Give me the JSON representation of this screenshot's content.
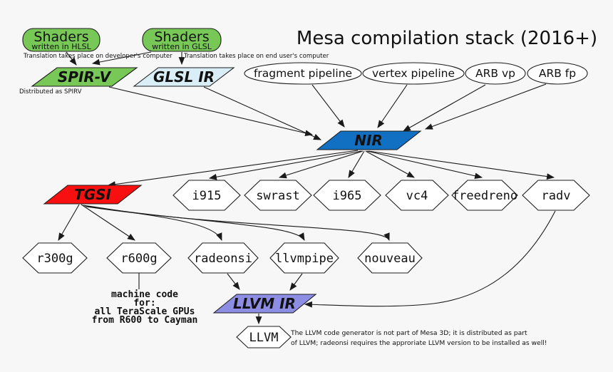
{
  "title": "Mesa compilation stack (2016+)",
  "colors": {
    "background": "#f7f7f7",
    "shader_green": "#77c857",
    "spirv_green": "#77c857",
    "glsl_ir_blue": "#d9eef6",
    "nir_blue": "#1170c2",
    "tgsi_red": "#f80f0f",
    "llvm_ir_purple": "#8d8de4",
    "node_white": "#ffffff",
    "edge": "#1a1a1a"
  },
  "annotations": {
    "translation_developer": "Translation takes place on developer's computer",
    "translation_end_user": "Translation takes place on end user's computer",
    "distributed_as_spirv": "Distributed as SPIRV",
    "machine_code_lines": [
      "machine code",
      "for:",
      "all TeraScale GPUs",
      "from R600 to Cayman"
    ],
    "llvm_note_lines": [
      "The LLVM code generator is not part of Mesa 3D; it is distributed as part",
      "of LLVM; radeonsi requires the approriate LLVM version to be installed as well!"
    ]
  },
  "nodes": {
    "shaders_hlsl": {
      "title": "Shaders",
      "subtitle": "written in HLSL"
    },
    "shaders_glsl": {
      "title": "Shaders",
      "subtitle": "written in GLSL"
    },
    "spirv": {
      "label": "SPIR-V"
    },
    "glsl_ir": {
      "label": "GLSL IR"
    },
    "fragment_pipeline": {
      "label": "fragment pipeline"
    },
    "vertex_pipeline": {
      "label": "vertex pipeline"
    },
    "arb_vp": {
      "label": "ARB vp"
    },
    "arb_fp": {
      "label": "ARB fp"
    },
    "nir": {
      "label": "NIR"
    },
    "tgsi": {
      "label": "TGSI"
    },
    "i915": {
      "label": "i915"
    },
    "swrast": {
      "label": "swrast"
    },
    "i965": {
      "label": "i965"
    },
    "vc4": {
      "label": "vc4"
    },
    "freedreno": {
      "label": "freedreno"
    },
    "radv": {
      "label": "radv"
    },
    "r300g": {
      "label": "r300g"
    },
    "r600g": {
      "label": "r600g"
    },
    "radeonsi": {
      "label": "radeonsi"
    },
    "llvmpipe": {
      "label": "llvmpipe"
    },
    "nouveau": {
      "label": "nouveau"
    },
    "llvm_ir": {
      "label": "LLVM IR"
    },
    "llvm": {
      "label": "LLVM"
    }
  },
  "edges": [
    {
      "from": "shaders_hlsl",
      "to": "spirv"
    },
    {
      "from": "shaders_glsl",
      "to": "spirv"
    },
    {
      "from": "shaders_glsl",
      "to": "glsl_ir"
    },
    {
      "from": "spirv",
      "to": "nir"
    },
    {
      "from": "glsl_ir",
      "to": "nir"
    },
    {
      "from": "fragment_pipeline",
      "to": "nir"
    },
    {
      "from": "vertex_pipeline",
      "to": "nir"
    },
    {
      "from": "arb_vp",
      "to": "nir"
    },
    {
      "from": "arb_fp",
      "to": "nir"
    },
    {
      "from": "nir",
      "to": "tgsi"
    },
    {
      "from": "nir",
      "to": "i915"
    },
    {
      "from": "nir",
      "to": "swrast"
    },
    {
      "from": "nir",
      "to": "i965"
    },
    {
      "from": "nir",
      "to": "vc4"
    },
    {
      "from": "nir",
      "to": "freedreno"
    },
    {
      "from": "nir",
      "to": "radv"
    },
    {
      "from": "tgsi",
      "to": "r300g"
    },
    {
      "from": "tgsi",
      "to": "r600g"
    },
    {
      "from": "tgsi",
      "to": "radeonsi"
    },
    {
      "from": "tgsi",
      "to": "llvmpipe"
    },
    {
      "from": "tgsi",
      "to": "nouveau"
    },
    {
      "from": "r600g",
      "to": "machine_code_note"
    },
    {
      "from": "radeonsi",
      "to": "llvm_ir"
    },
    {
      "from": "llvmpipe",
      "to": "llvm_ir"
    },
    {
      "from": "radv",
      "to": "llvm_ir"
    },
    {
      "from": "llvm_ir",
      "to": "llvm"
    }
  ]
}
